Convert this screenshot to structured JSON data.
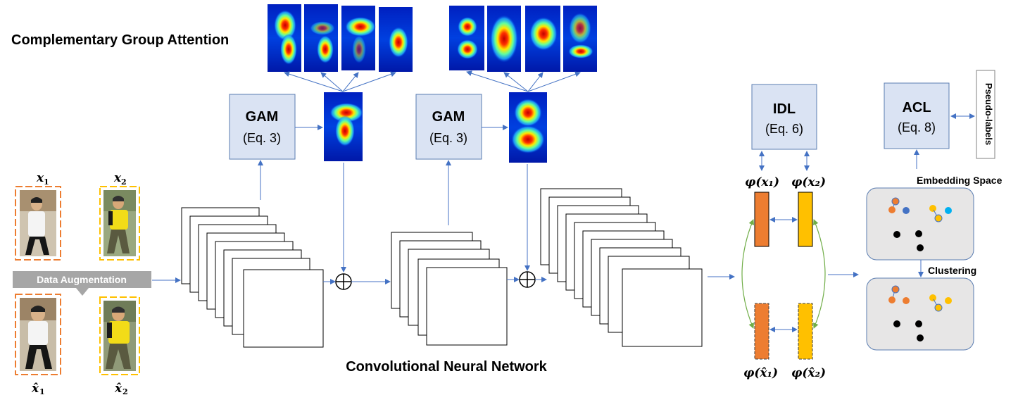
{
  "title": "Complementary Group Attention",
  "cnn_label": "Convolutional Neural Network",
  "modules": [
    {
      "name": "GAM",
      "eq": "(Eq. 3)"
    },
    {
      "name": "GAM",
      "eq": "(Eq. 3)"
    },
    {
      "name": "IDL",
      "eq": "(Eq. 6)"
    },
    {
      "name": "ACL",
      "eq": "(Eq. 8)"
    }
  ],
  "pseudo_labels": "Pseudo-labels",
  "data_augmentation": "Data Augmentation",
  "embedding_space": "Embedding Space",
  "clustering": "Clustering",
  "inputs": {
    "x1": {
      "sym": "x",
      "sub": "1",
      "hat": false
    },
    "x2": {
      "sym": "x",
      "sub": "2",
      "hat": false
    },
    "x1_hat": {
      "sym": "x̂",
      "sub": "1",
      "hat": true
    },
    "x2_hat": {
      "sym": "x̂",
      "sub": "2",
      "hat": true
    }
  },
  "features": {
    "phi_x1": "φ(x₁)",
    "phi_x2": "φ(x₂)",
    "phi_x1_hat": "φ(x̂₁)",
    "phi_x2_hat": "φ(x̂₂)"
  },
  "colors": {
    "orange": "#ed7d31",
    "yellow": "#ffc000",
    "blue_box": "#dae3f3",
    "blue_box_border": "#5b7db1",
    "arrow": "#4472c4",
    "green_arrow": "#70ad47",
    "panel": "#e7e6e6",
    "aug_bar": "#a6a6a6",
    "dot_blue": "#4472c4",
    "dot_cyan": "#00b0f0"
  }
}
